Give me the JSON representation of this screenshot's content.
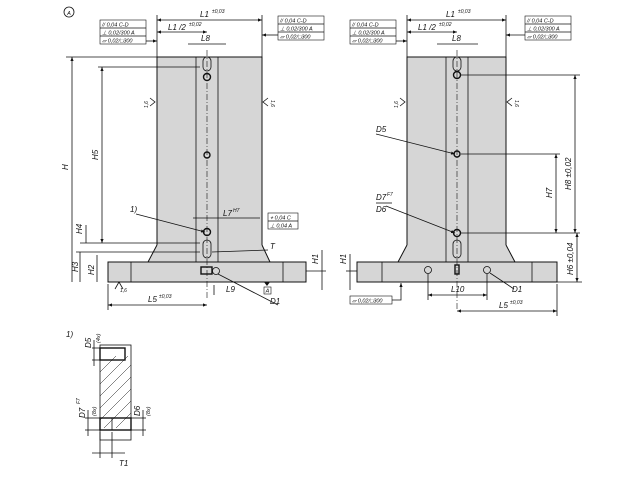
{
  "view_marker": "A",
  "left_view": {
    "L1": "L1",
    "L1_tol": "±0,03",
    "L1_half": "L1 /2",
    "L1_half_tol": "±0,02",
    "L8": "L8",
    "H": "H",
    "H5": "H5",
    "H4": "H4",
    "H3": "H3",
    "H2": "H2",
    "H1": "H1",
    "note_1": "1)",
    "L7": "L7",
    "L7_tol": "H7",
    "T": "T",
    "L9": "L9",
    "D1": "D1",
    "L5": "L5",
    "L5_tol": "±0,03",
    "roughness": "1,6",
    "datum_A": "A",
    "tol_left": [
      "// 0,04 C-D",
      "⊥ 0,02/300 A",
      "▱ 0,02/□300"
    ],
    "tol_right": [
      "// 0,04 C-D",
      "⊥ 0,02/300 A",
      "▱ 0,02/□300"
    ],
    "tol_L7": [
      "⌖ 0,04 C",
      "⊥ 0,04 A"
    ]
  },
  "right_view": {
    "L1": "L1",
    "L1_tol": "±0,03",
    "L1_half": "L1 /2",
    "L1_half_tol": "±0,02",
    "L8": "L8",
    "D5": "D5",
    "D7": "D7",
    "D7_tol": "F7",
    "D6": "D6",
    "H8": "H8 ±0,02",
    "H7": "H7",
    "H6": "H6 ±0,04",
    "H1": "H1",
    "L10": "L10",
    "D1": "D1",
    "L5": "L5",
    "L5_tol": "±0,03",
    "roughness": "1,6",
    "tol_left": [
      "// 0,04 C-D",
      "⊥ 0,02/300 A",
      "▱ 0,02/□300"
    ],
    "tol_right": [
      "// 0,04 C-D",
      "⊥ 0,02/300 A",
      "▱ 0,02/□300"
    ],
    "tol_base": "▱ 0,02/□300"
  },
  "detail": {
    "note": "1)",
    "D5": "D5",
    "D5_count": "(4x)",
    "D7": "D7",
    "D7_tol": "F7",
    "D7_count": "(8x)",
    "D6": "D6",
    "D6_count": "(8x)",
    "T1": "T1"
  }
}
